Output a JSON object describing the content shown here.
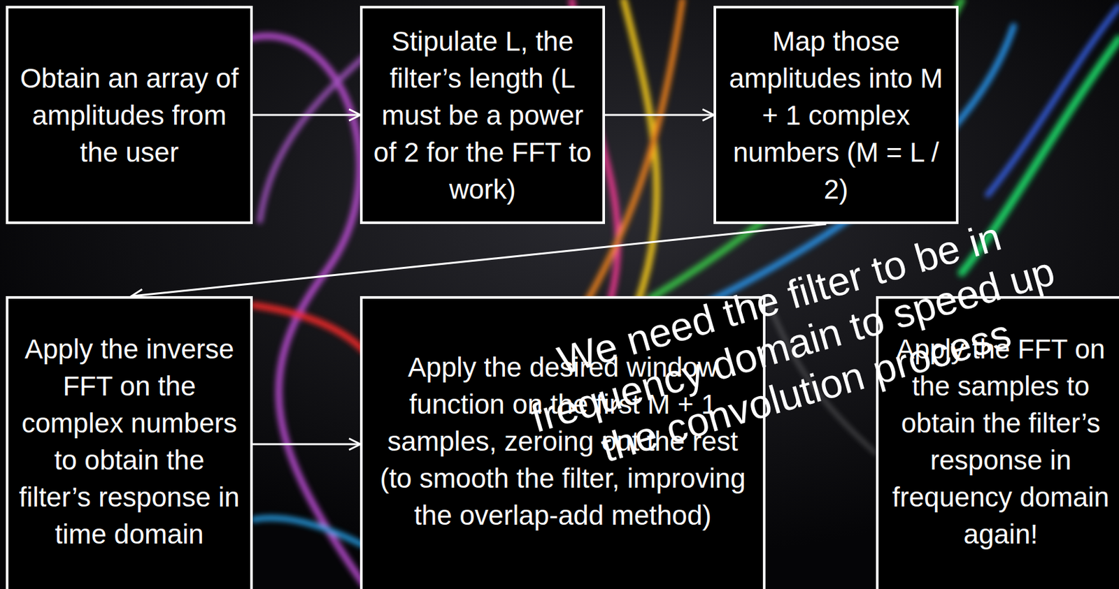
{
  "diagram": {
    "nodes": [
      {
        "text": [
          "Obtain an array of amplitudes from the user"
        ]
      },
      {
        "text": [
          "Stipulate L, the filter’s length (L must be a power of 2 for the FFT to work)"
        ]
      },
      {
        "text": [
          "Map those amplitudes into M + 1 complex numbers (M = L / 2)"
        ]
      },
      {
        "text": [
          "Apply the inverse FFT on the complex numbers to obtain the filter’s response in time domain"
        ]
      },
      {
        "text": [
          "Apply the desired window function on the first M + 1 samples, zeroing out the rest (to smooth the filter, improving the overlap-add method)"
        ]
      },
      {
        "text": [
          "Apply the FFT on the samples to obtain the filter’s response in frequency domain again!"
        ]
      }
    ],
    "edges": [
      {
        "from": 0,
        "to": 1,
        "arrow": "to"
      },
      {
        "from": 1,
        "to": 2,
        "arrow": "to"
      },
      {
        "from": 2,
        "to": 3,
        "arrow": "to"
      },
      {
        "from": 3,
        "to": 4,
        "arrow": "to"
      }
    ],
    "labels": [
      "We need the filter to be in frequency domain to speed up the convolution process"
    ]
  }
}
